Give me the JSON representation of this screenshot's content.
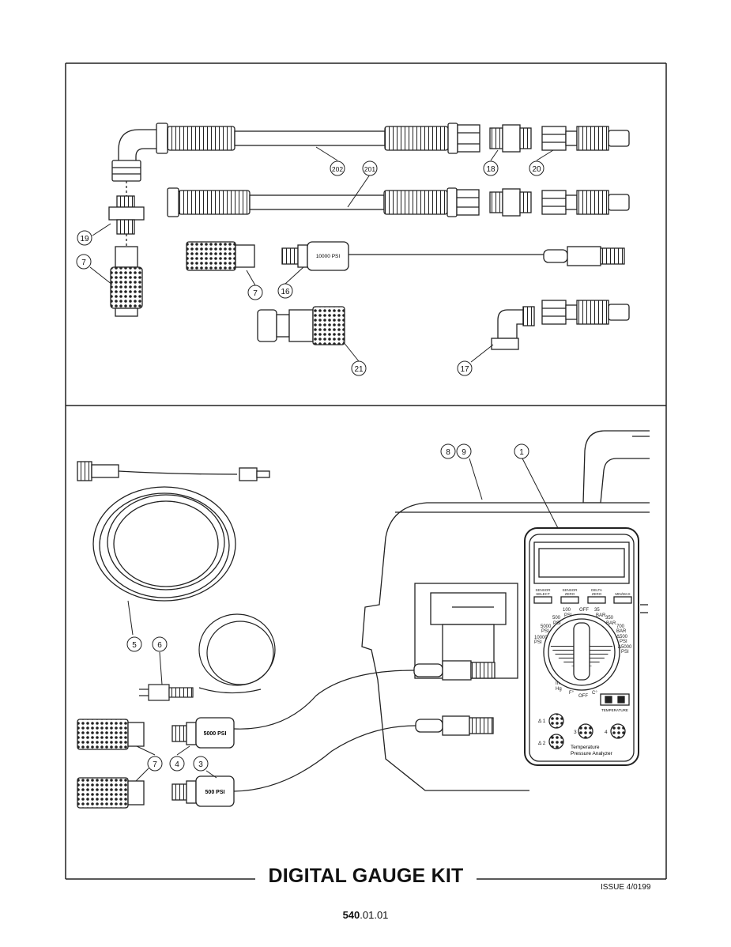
{
  "title": "DIGITAL GAUGE KIT",
  "issue": "ISSUE 4/0199",
  "page_number": {
    "bold": "540",
    "rest": ".01.01"
  },
  "callouts": {
    "c202": "202",
    "c201": "201",
    "c18": "18",
    "c20": "20",
    "c19": "19",
    "c7a": "7",
    "c7b": "7",
    "c16": "16",
    "c21": "21",
    "c17": "17",
    "c8": "8",
    "c9": "9",
    "c1": "1",
    "c5": "5",
    "c6": "6",
    "c7c": "7",
    "c4": "4",
    "c3": "3"
  },
  "sensor_labels": {
    "psi10000": "10000 PSI",
    "psi5000": "5000 PSI",
    "psi500": "500 PSI"
  },
  "meter": {
    "buttons": [
      [
        "SENSOR",
        "SELECT"
      ],
      [
        "SENSOR",
        "ZERO"
      ],
      [
        "DELTA",
        "ZERO"
      ],
      [
        "MIN/MAX"
      ]
    ],
    "dial": {
      "off_top": "OFF",
      "psi100_a": "100",
      "psi100_b": "PSI",
      "bar35_a": "35",
      "bar35_b": "BAR",
      "psi500_a": "500",
      "psi500_b": "PSI",
      "bar350_a": "350",
      "bar350_b": "BAR",
      "psi5000_a": "5000",
      "psi5000_b": "PSI",
      "bar700_a": "700",
      "bar700_b": "BAR",
      "psi10000_a": "10000",
      "psi10000_b": "PSI",
      "d500_a": "Δ500",
      "d500_b": "PSI",
      "d5000_a": "Δ5000",
      "d5000_b": "PSI",
      "inhg_a": "In",
      "inhg_b": "Hg",
      "f": "F°",
      "off_bottom": "OFF",
      "c": "C°"
    },
    "temperature": "TEMPERATURE",
    "ports": {
      "d1": "Δ 1",
      "d2": "Δ 2",
      "p3": "3",
      "p4": "4"
    },
    "name_line1": "Temperature",
    "name_line2": "Pressure Analyzer"
  }
}
